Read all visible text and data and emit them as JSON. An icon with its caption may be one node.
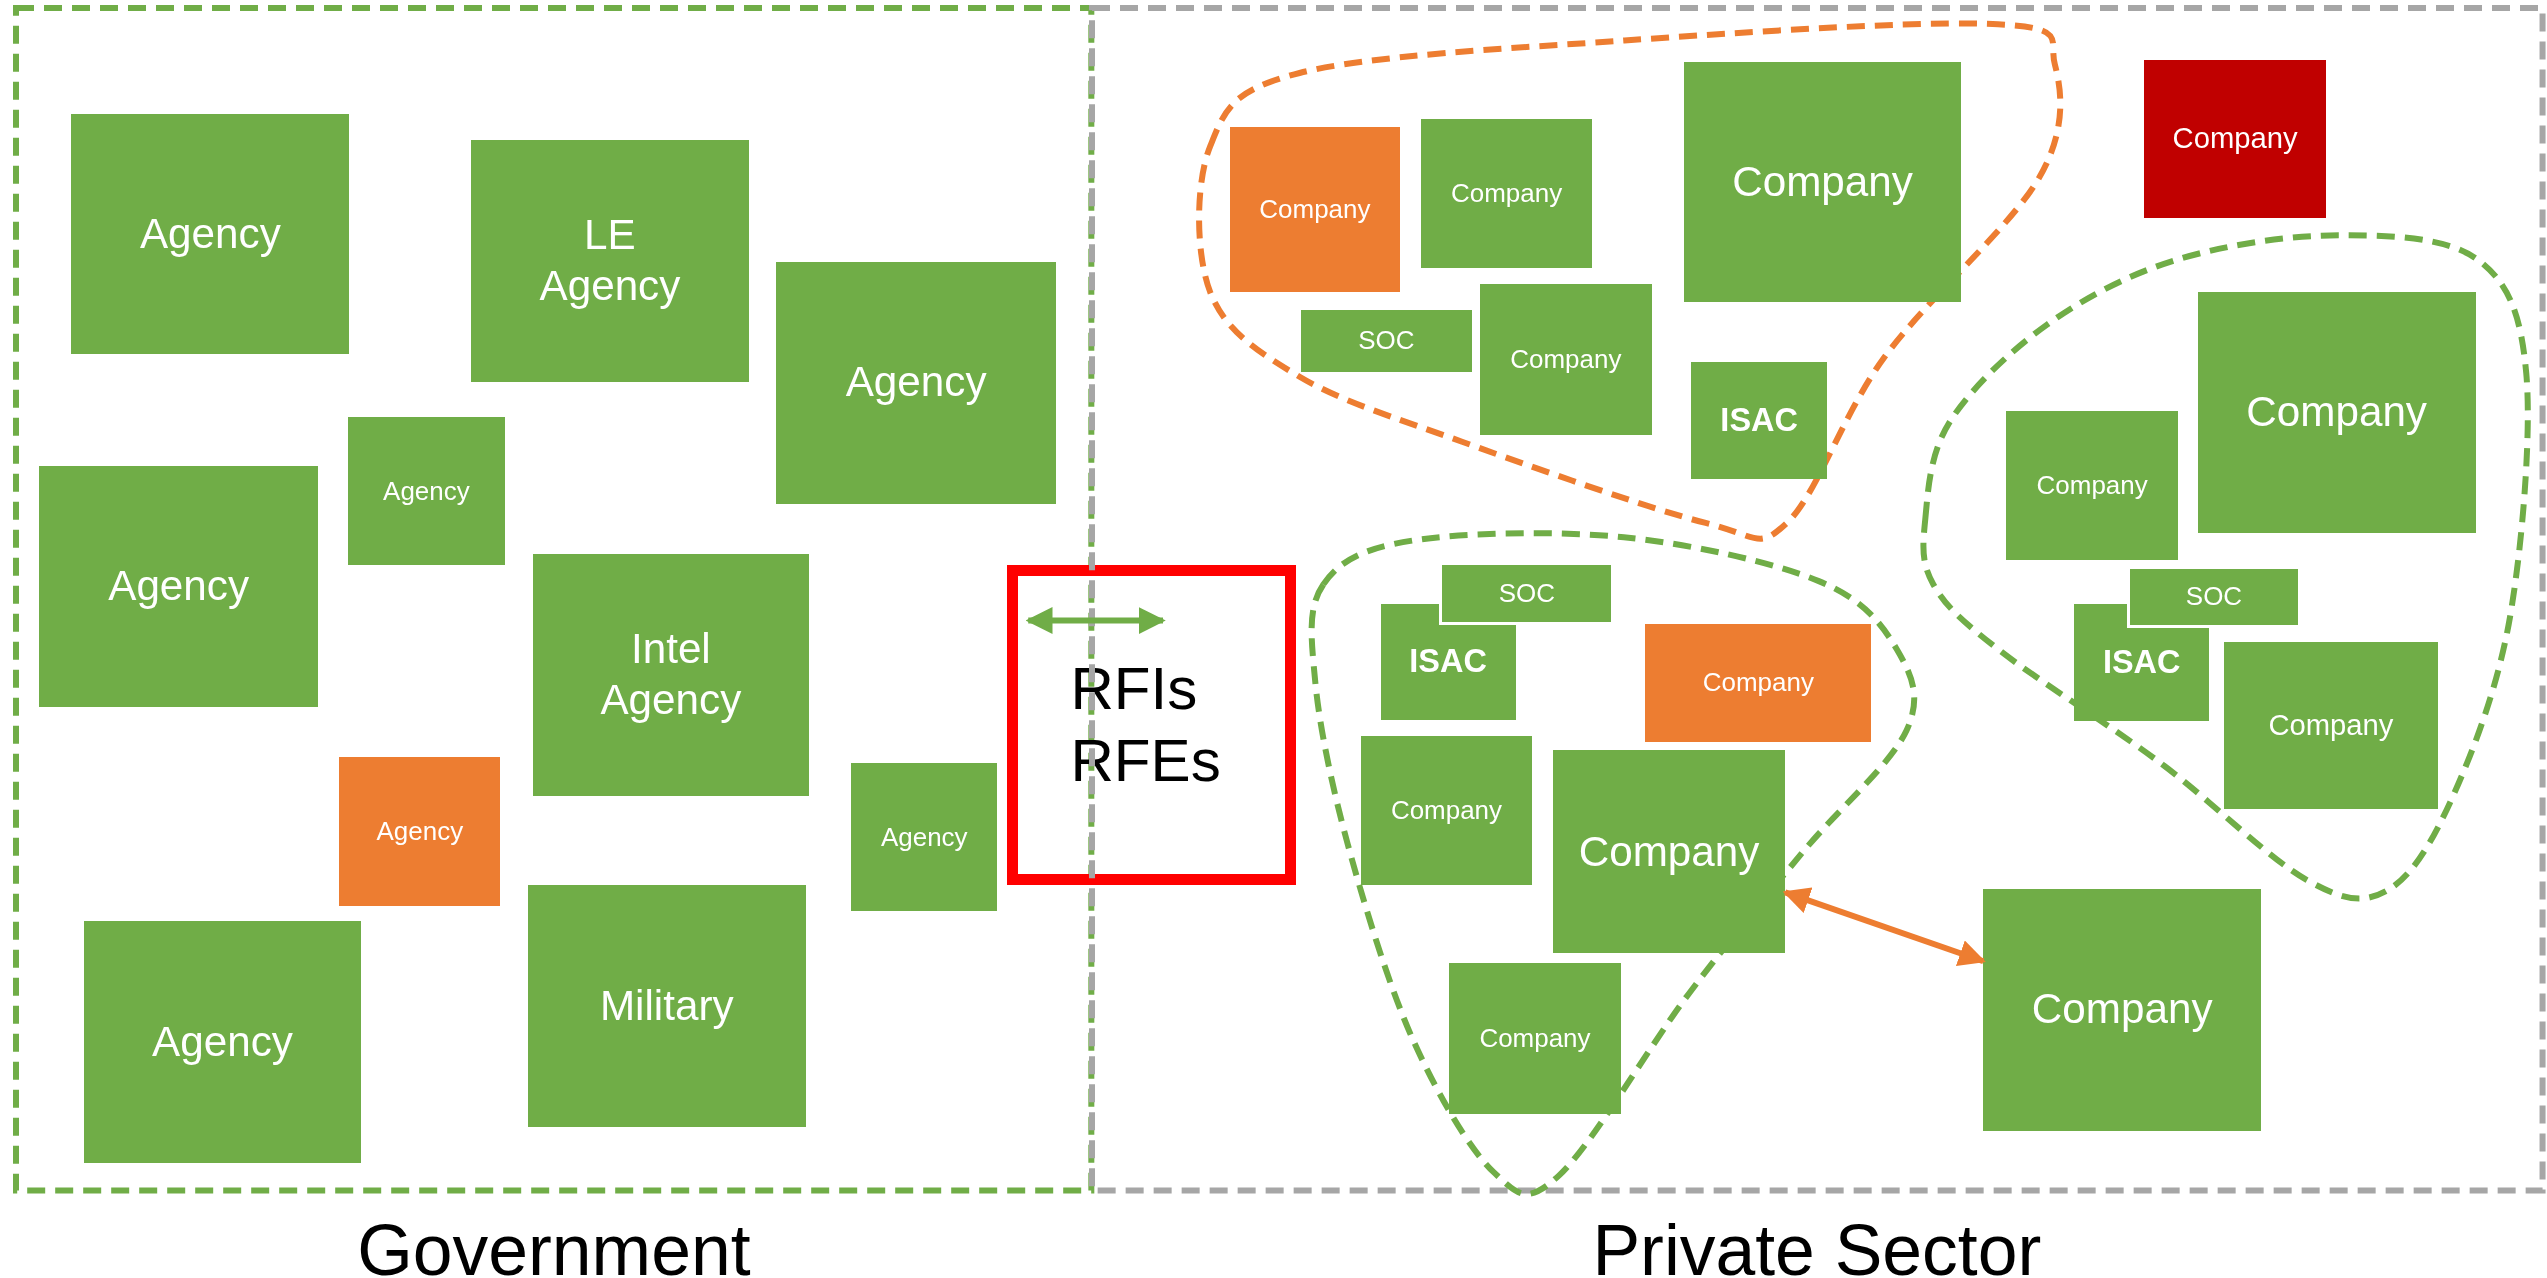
{
  "diagram": {
    "nodes": [
      {
        "text": [
          "Government"
        ]
      },
      {
        "text": [
          "Agency"
        ],
        "in": 0
      },
      {
        "text": [
          "LE Agency"
        ],
        "in": 0
      },
      {
        "text": [
          "Agency"
        ],
        "in": 0
      },
      {
        "text": [
          "Agency"
        ],
        "in": 0
      },
      {
        "text": [
          "Agency"
        ],
        "in": 0
      },
      {
        "text": [
          "Intel Agency"
        ],
        "in": 0
      },
      {
        "text": [
          "Agency"
        ],
        "in": 0
      },
      {
        "text": [
          "Agency"
        ],
        "in": 0
      },
      {
        "text": [
          "Agency"
        ],
        "in": 0
      },
      {
        "text": [
          "Military"
        ],
        "in": 0
      },
      {
        "text": [
          "RFIs RFEs"
        ]
      },
      {
        "text": [
          "Private Sector"
        ]
      },
      {
        "text": [],
        "shape": "blob",
        "in": 12
      },
      {
        "text": [
          "Company"
        ],
        "in": 13
      },
      {
        "text": [
          "Company"
        ],
        "in": 13
      },
      {
        "text": [
          "Company"
        ],
        "in": 13
      },
      {
        "text": [
          "SOC"
        ],
        "in": 13
      },
      {
        "text": [
          "Company"
        ],
        "in": 13
      },
      {
        "text": [
          "ISAC"
        ],
        "in": 13
      },
      {
        "text": [
          "Company"
        ],
        "in": 12
      },
      {
        "text": [],
        "shape": "blob",
        "in": 12
      },
      {
        "text": [
          "Company"
        ],
        "in": 21
      },
      {
        "text": [
          "Company"
        ],
        "in": 21
      },
      {
        "text": [
          "SOC"
        ],
        "in": 21
      },
      {
        "text": [
          "ISAC"
        ],
        "in": 21
      },
      {
        "text": [
          "Company"
        ],
        "in": 21
      },
      {
        "text": [],
        "shape": "blob",
        "in": 12
      },
      {
        "text": [
          "SOC"
        ],
        "in": 27
      },
      {
        "text": [
          "ISAC"
        ],
        "in": 27
      },
      {
        "text": [
          "Company"
        ],
        "in": 27
      },
      {
        "text": [
          "Company"
        ],
        "in": 27
      },
      {
        "text": [
          "Company"
        ],
        "in": 27
      },
      {
        "text": [
          "Company"
        ],
        "in": 27
      },
      {
        "text": [
          "Company"
        ],
        "in": 12
      }
    ],
    "edges": [
      {
        "from": 32,
        "to": 34,
        "arrow": "both",
        "color": "#ed7d31"
      }
    ]
  }
}
